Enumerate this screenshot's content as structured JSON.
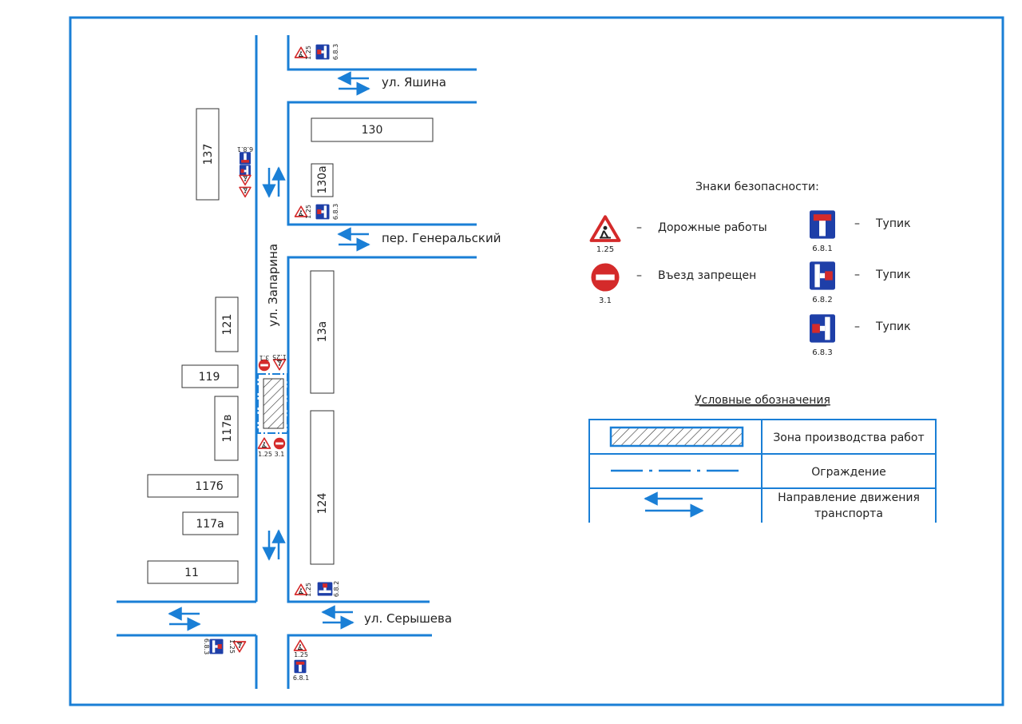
{
  "streets": {
    "yashina": "ул. Яшина",
    "generalsky": "пер. Генеральский",
    "zaparina": "ул. Запарина",
    "serysheva": "ул. Серышева"
  },
  "buildings": {
    "b130": "130",
    "b130a": "130а",
    "b137": "137",
    "b121": "121",
    "b119": "119",
    "b117v": "117в",
    "b117b": "117б",
    "b117a": "117а",
    "b11": "11",
    "b13a": "13а",
    "b124": "124"
  },
  "sign_codes": {
    "c125": "1.25",
    "c31": "3.1",
    "c681": "6.8.1",
    "c682": "6.8.2",
    "c683": "6.8.3"
  },
  "safety_signs": {
    "title": "Знаки безопасности:",
    "dash": "–",
    "road_works": "Дорожные работы",
    "no_entry": "Въезд запрещен",
    "dead_end": "Тупик"
  },
  "legend": {
    "title": "Условные обозначения",
    "work_zone": "Зона производства работ",
    "fence": "Ограждение",
    "direction_line1": "Направление движения",
    "direction_line2": "транспорта"
  },
  "colors": {
    "border": "#1a7fd6",
    "sign_red": "#d42a2a",
    "sign_blue": "#1e3fa8"
  }
}
